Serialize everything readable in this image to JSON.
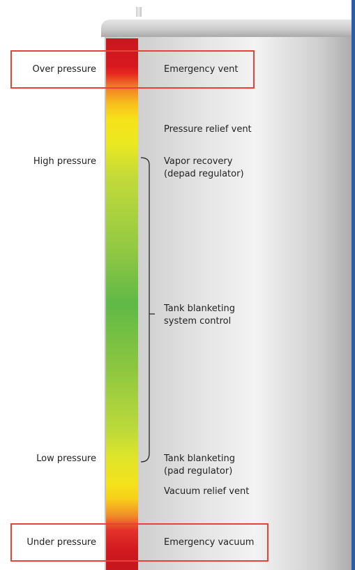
{
  "colors": {
    "highlight": "#e8413c",
    "tank_edge": "#2e5da8",
    "scale_high": "#d0181f",
    "scale_mid": "#5fb946",
    "scale_warn": "#f7e21a"
  },
  "pressure_levels": {
    "over": "Over pressure",
    "high": "High pressure",
    "low": "Low pressure",
    "under": "Under pressure"
  },
  "devices": {
    "emergency_vent": "Emergency vent",
    "pressure_relief_vent": "Pressure relief vent",
    "vapor_recovery_line1": "Vapor recovery",
    "vapor_recovery_line2": "(depad regulator)",
    "system_control_line1": "Tank blanketing",
    "system_control_line2": "system control",
    "tank_blanketing_line1": "Tank blanketing",
    "tank_blanketing_line2": "(pad regulator)",
    "vacuum_relief_vent": "Vacuum relief vent",
    "emergency_vacuum": "Emergency vacuum"
  }
}
